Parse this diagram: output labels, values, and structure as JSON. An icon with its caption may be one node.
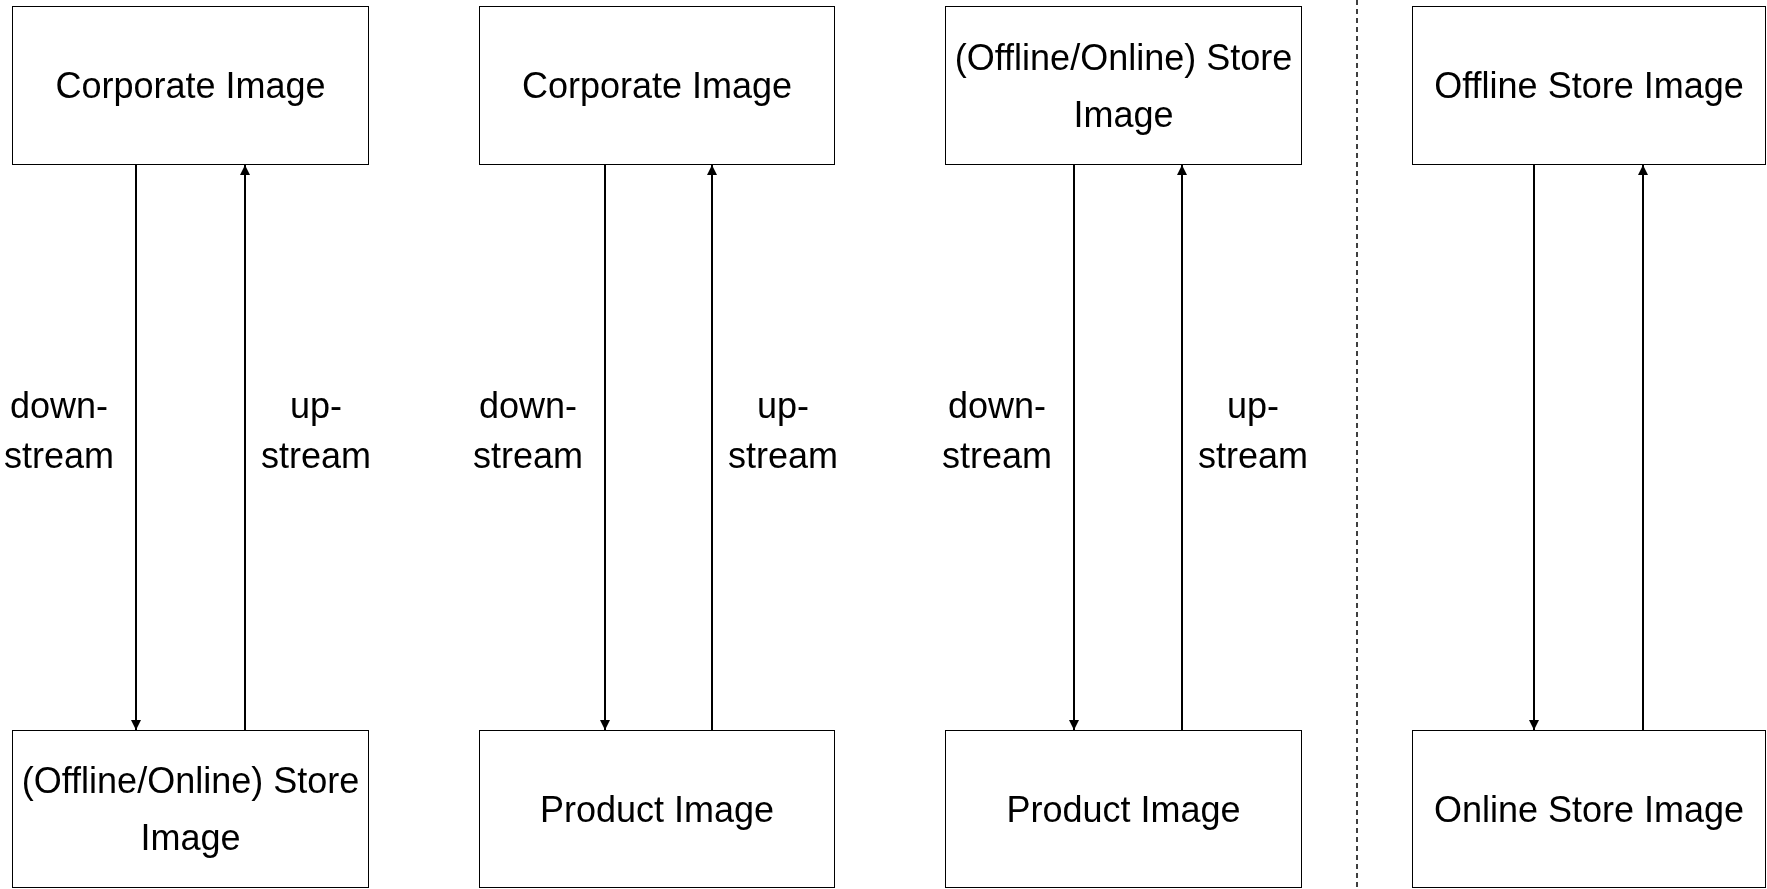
{
  "diagram": {
    "nodes": [
      {
        "text": [
          "Corporate Image"
        ]
      },
      {
        "text": [
          "(Offline/Online) Store Image"
        ]
      },
      {
        "text": [
          "Corporate Image"
        ]
      },
      {
        "text": [
          "Product Image"
        ]
      },
      {
        "text": [
          "(Offline/Online) Store Image"
        ]
      },
      {
        "text": [
          "Product Image"
        ]
      },
      {
        "text": [
          "Offline Store Image"
        ]
      },
      {
        "text": [
          "Online Store Image"
        ]
      }
    ],
    "edges": [
      {
        "from": 0,
        "to": 1,
        "arrow": "to",
        "label": "down- stream"
      },
      {
        "from": 1,
        "to": 0,
        "arrow": "to",
        "label": "up- stream"
      },
      {
        "from": 2,
        "to": 3,
        "arrow": "to",
        "label": "down- stream"
      },
      {
        "from": 3,
        "to": 2,
        "arrow": "to",
        "label": "up- stream"
      },
      {
        "from": 4,
        "to": 5,
        "arrow": "to",
        "label": "down- stream"
      },
      {
        "from": 5,
        "to": 4,
        "arrow": "to",
        "label": "up- stream"
      },
      {
        "from": 6,
        "to": 7,
        "arrow": "to"
      },
      {
        "from": 7,
        "to": 6,
        "arrow": "to"
      }
    ]
  }
}
